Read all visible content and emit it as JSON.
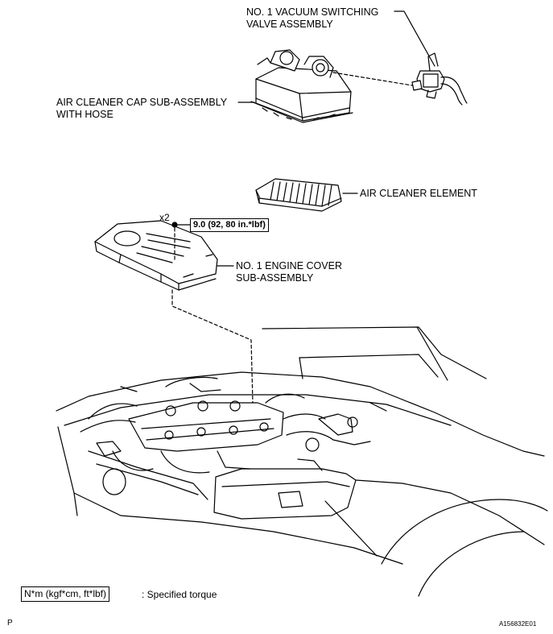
{
  "labels": {
    "vsv_line1": "NO. 1 VACUUM SWITCHING",
    "vsv_line2": "VALVE ASSEMBLY",
    "cap_line1": "AIR CLEANER CAP SUB-ASSEMBLY",
    "cap_line2": "WITH HOSE",
    "element": "AIR CLEANER ELEMENT",
    "cover_line1": "NO. 1 ENGINE COVER",
    "cover_line2": "SUB-ASSEMBLY",
    "bolt_count": "x2",
    "torque": "9.0 (92, 80 in.*lbf)"
  },
  "legend": {
    "unit": "N*m (kgf*cm, ft*lbf)",
    "description": ": Specified torque"
  },
  "footer": {
    "left_mark": "P",
    "figure_id": "A156832E01"
  }
}
